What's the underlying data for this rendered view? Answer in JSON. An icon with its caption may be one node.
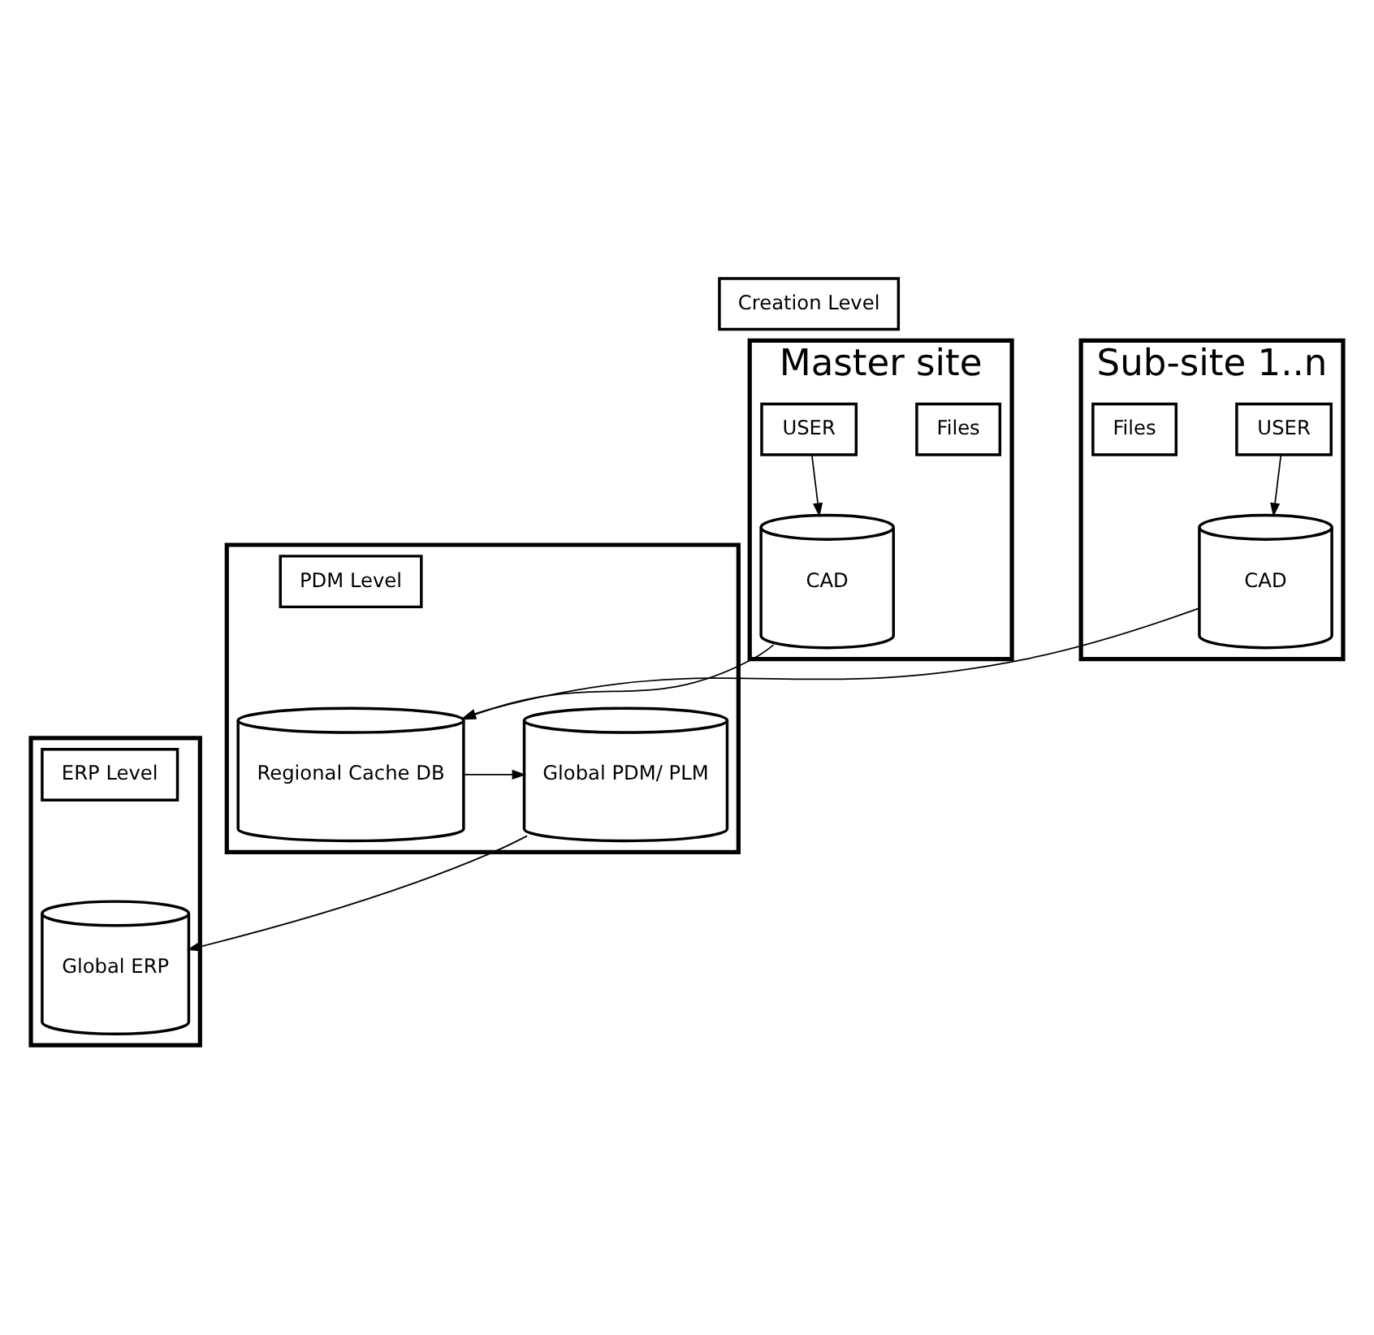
{
  "diagram": {
    "nodes": [
      {
        "text": [
          "Creation Level"
        ]
      },
      {
        "text": [
          "Master site"
        ]
      },
      {
        "text": [
          "USER"
        ],
        "in": 1
      },
      {
        "text": [
          "Files"
        ],
        "in": 1
      },
      {
        "text": [
          "CAD"
        ],
        "in": 1
      },
      {
        "text": [
          "Sub-site 1..n"
        ]
      },
      {
        "text": [
          "CAD"
        ],
        "in": 5
      },
      {
        "text": [
          "USER"
        ],
        "in": 5
      },
      {
        "text": [
          "Files"
        ],
        "in": 5
      },
      {
        "text": [],
        "shape": "box"
      },
      {
        "text": [
          "PDM Level"
        ],
        "in": 9
      },
      {
        "text": [
          "Regional Cache DB"
        ],
        "in": 9
      },
      {
        "text": [
          "Global PDM/ PLM"
        ],
        "in": 9
      },
      {
        "text": [],
        "shape": "box"
      },
      {
        "text": [
          "ERP Level"
        ],
        "in": 13
      },
      {
        "text": [
          "Global ERP"
        ],
        "in": 13
      }
    ],
    "edges": [
      {
        "from": 2,
        "to": 4,
        "arrow": "to"
      },
      {
        "from": 7,
        "to": 6,
        "arrow": "to"
      },
      {
        "from": 4,
        "to": 11,
        "arrow": "to"
      },
      {
        "from": 6,
        "to": 11,
        "arrow": "to"
      },
      {
        "from": 11,
        "to": 12,
        "arrow": "to"
      },
      {
        "from": 12,
        "to": 15,
        "arrow": "to"
      }
    ]
  }
}
